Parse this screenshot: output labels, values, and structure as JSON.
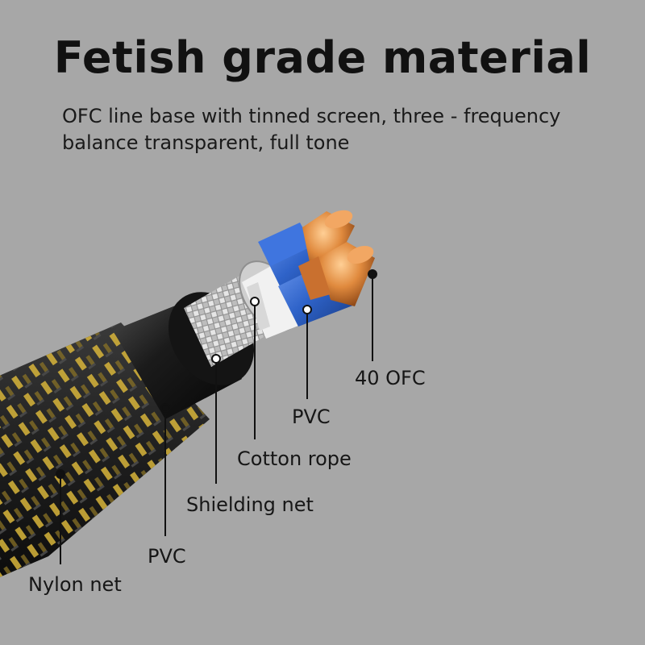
{
  "headline": "Fetish grade material",
  "subtitle": {
    "line1": "OFC line base with tinned screen, three - frequency",
    "line2": "balance transparent, full tone"
  },
  "callouts": {
    "conductor": "40 OFC",
    "inner_insulation": "PVC",
    "filler": "Cotton rope",
    "shield": "Shielding net",
    "outer_jacket": "PVC",
    "braid": "Nylon net"
  },
  "colors": {
    "background": "#a7a7a7",
    "copper": "#d9823a",
    "wire_insulation": "#2f63c9",
    "braid_gold": "#d9b83a",
    "jacket": "#121212"
  }
}
